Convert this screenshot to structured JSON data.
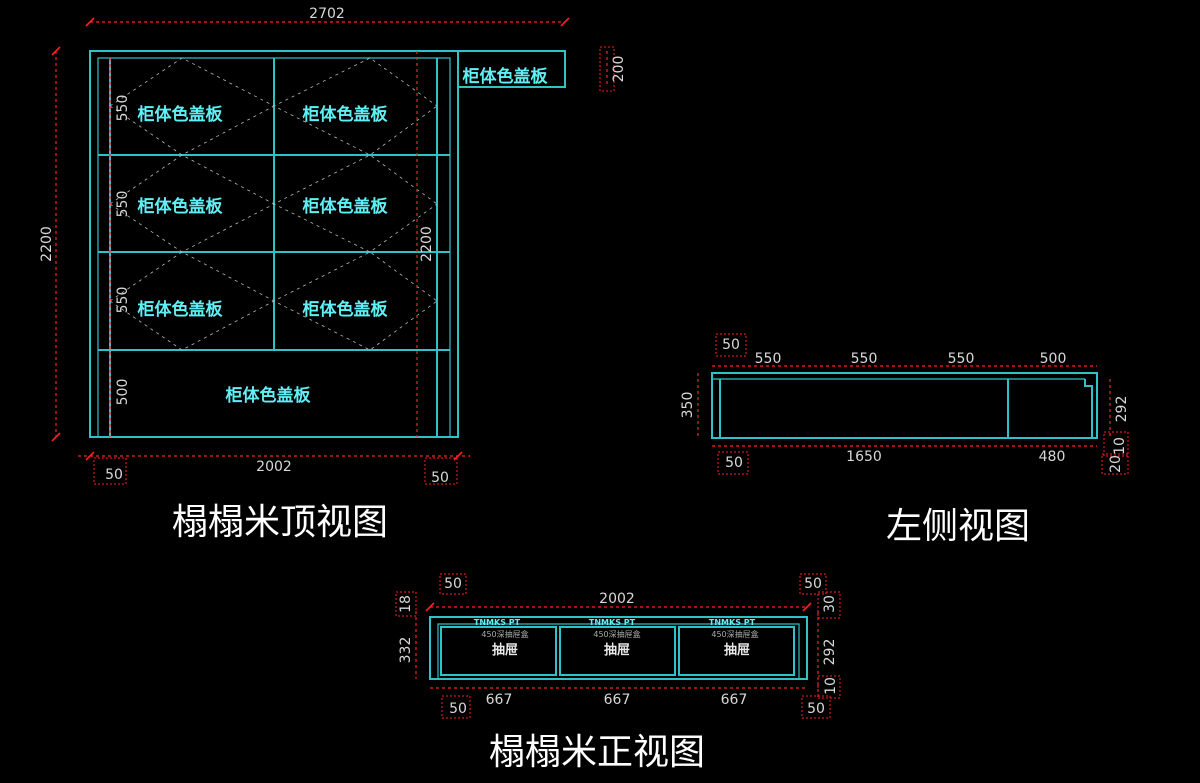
{
  "top_view": {
    "title": "榻榻米顶视图",
    "dims": {
      "overall_width": "2702",
      "height_left": "2200",
      "height_inner": "2200",
      "side_height": "200",
      "row_1": "550",
      "row_2": "550",
      "row_3": "550",
      "row_4": "500",
      "bottom_left": "50",
      "bottom_width": "2002",
      "bottom_right": "50"
    },
    "labels": {
      "side_panel": "柜体色盖板",
      "cell_r1c1": "柜体色盖板",
      "cell_r1c2": "柜体色盖板",
      "cell_r2c1": "柜体色盖板",
      "cell_r2c2": "柜体色盖板",
      "cell_r3c1": "柜体色盖板",
      "cell_r3c2": "柜体色盖板",
      "cell_bottom": "柜体色盖板"
    }
  },
  "left_view": {
    "title": "左侧视图",
    "dims": {
      "top_offset": "50",
      "seg_1": "550",
      "seg_2": "550",
      "seg_3": "550",
      "seg_4": "500",
      "height": "350",
      "right_height": "292",
      "right_small_1": "10",
      "right_small_2": "20",
      "bottom_offset": "50",
      "bottom_1": "1650",
      "bottom_2": "480"
    }
  },
  "front_view": {
    "title": "榻榻米正视图",
    "dims": {
      "top_left_offset": "50",
      "width": "2002",
      "top_right_offset": "50",
      "left_top": "18",
      "left_height": "332",
      "right_top": "30",
      "right_height": "292",
      "right_bottom": "10",
      "drawer_1": "667",
      "drawer_2": "667",
      "drawer_3": "667",
      "bottom_left_offset": "50",
      "bottom_right_offset": "50"
    },
    "drawers": [
      {
        "tag": "TNMKS PT",
        "note": "450深抽屉盒",
        "label": "抽屉"
      },
      {
        "tag": "TNMKS PT",
        "note": "450深抽屉盒",
        "label": "抽屉"
      },
      {
        "tag": "TNMKS PT",
        "note": "450深抽屉盒",
        "label": "抽屉"
      }
    ]
  },
  "colors": {
    "background": "#000000",
    "geometry": "#2fc2c8",
    "dimension": "#ff2020",
    "label": "#5ff0f5",
    "text": "#ffffff"
  }
}
